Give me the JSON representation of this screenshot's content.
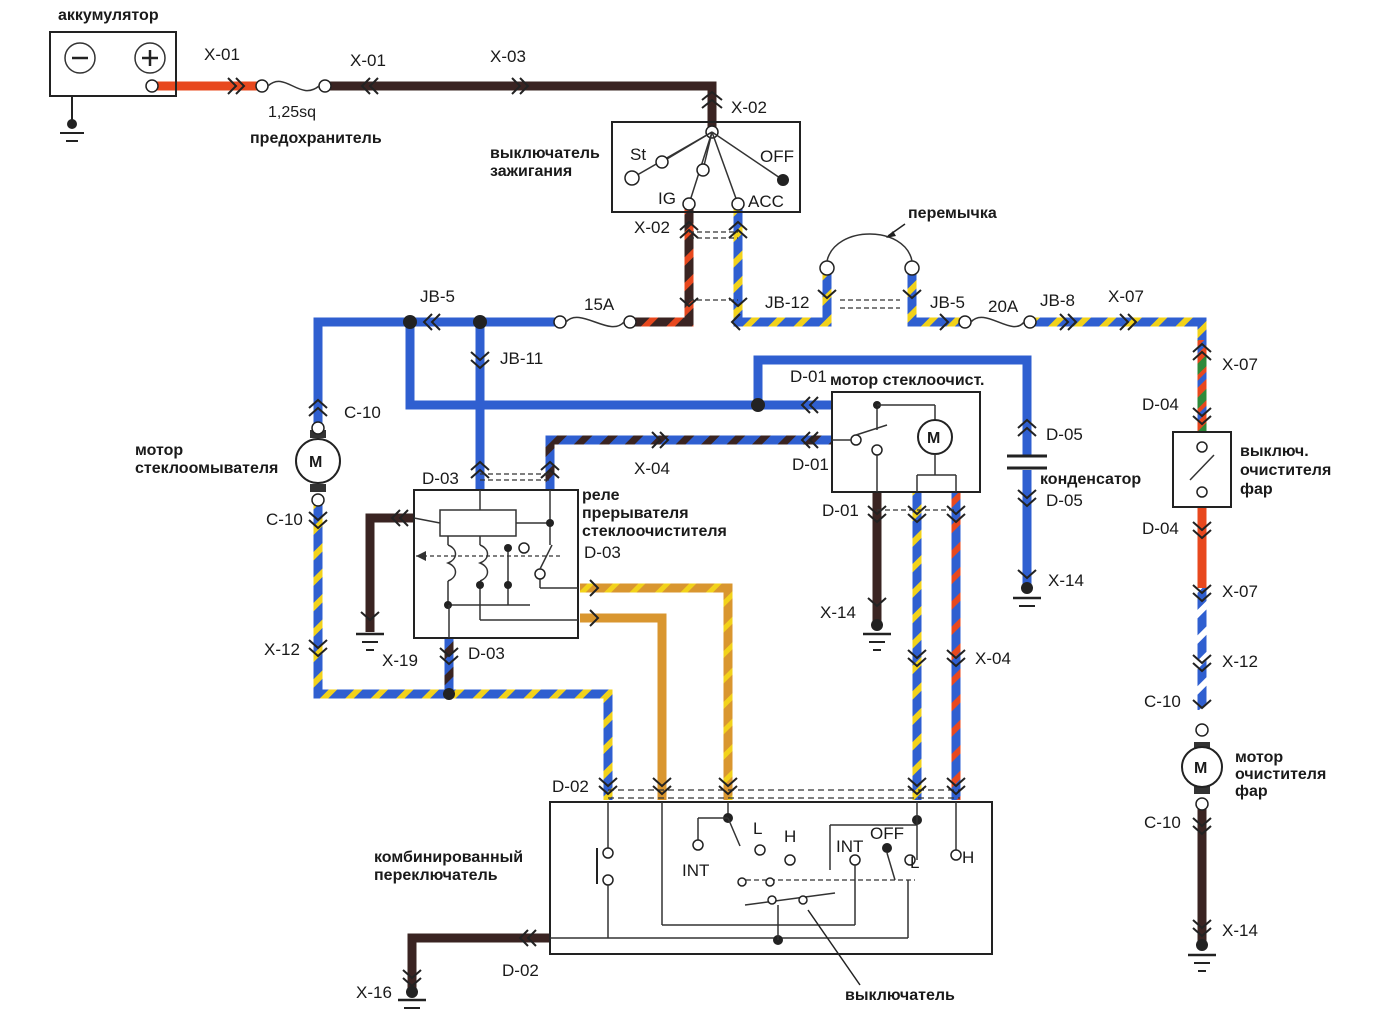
{
  "colors": {
    "black": "#3a2422",
    "blue": "#2f5fd0",
    "red": "#e8481e",
    "yellow": "#f2d21a",
    "orange": "#d9962f",
    "green": "#2e8a3a",
    "white": "#ffffff"
  },
  "components": {
    "battery": "аккумулятор",
    "fuse_main": "предохранитель",
    "fuse_main_size": "1,25sq",
    "ignition_line1": "выключатель",
    "ignition_line2": "зажигания",
    "ign_st": "St",
    "ign_off": "OFF",
    "ign_ig": "IG",
    "ign_acc": "ACC",
    "jumper": "перемычка",
    "fuse_15": "15A",
    "fuse_20": "20A",
    "washer_motor_line1": "мотор",
    "washer_motor_line2": "стеклоомывателя",
    "wiper_motor": "мотор  стеклоочист.",
    "relay_line1": "реле",
    "relay_line2": "прерывателя",
    "relay_line3": "стеклоочистителя",
    "capacitor": "конденсатор",
    "hl_switch_line1": "выключ.",
    "hl_switch_line2": "очистителя",
    "hl_switch_line3": "фар",
    "hl_motor_line1": "мотор",
    "hl_motor_line2": "очистителя",
    "hl_motor_line3": "фар",
    "combo_line1": "комбинированный",
    "combo_line2": "переключатель",
    "switch": "выключатель",
    "motor_symbol": "M",
    "sw_int_left": "INT",
    "sw_l_left": "L",
    "sw_h_left": "H",
    "sw_int_right": "INT",
    "sw_off_right": "OFF",
    "sw_l_right": "L",
    "sw_h_right": "H"
  },
  "connectors": {
    "x01_a": "X-01",
    "x01_b": "X-01",
    "x03": "X-03",
    "x02_top": "X-02",
    "x02_bottom": "X-02",
    "jb5_left": "JB-5",
    "jb11": "JB-11",
    "jb12": "JB-12",
    "jb5_right": "JB-5",
    "jb8": "JB-8",
    "x07_top": "X-07",
    "x07_right": "X-07",
    "d04_top": "D-04",
    "d04_bottom": "D-04",
    "x07_mid": "X-07",
    "x12_right": "X-12",
    "c10_right_top": "C-10",
    "c10_right_bottom": "C-10",
    "x14_right": "X-14",
    "c10_left_top": "C-10",
    "c10_left_bottom": "C-10",
    "x12_left": "X-12",
    "d03_top": "D-03",
    "d03_side": "D-03",
    "d03_bottom": "D-03",
    "x19": "X-19",
    "x04_top": "X-04",
    "d01_top": "D-01",
    "d01_mid": "D-01",
    "d01_bottom": "D-01",
    "x14_mid": "X-14",
    "d05_top": "D-05",
    "d05_bottom": "D-05",
    "x14_cap": "X-14",
    "x04_right": "X-04",
    "d02_top": "D-02",
    "d02_bottom": "D-02",
    "x16": "X-16"
  }
}
